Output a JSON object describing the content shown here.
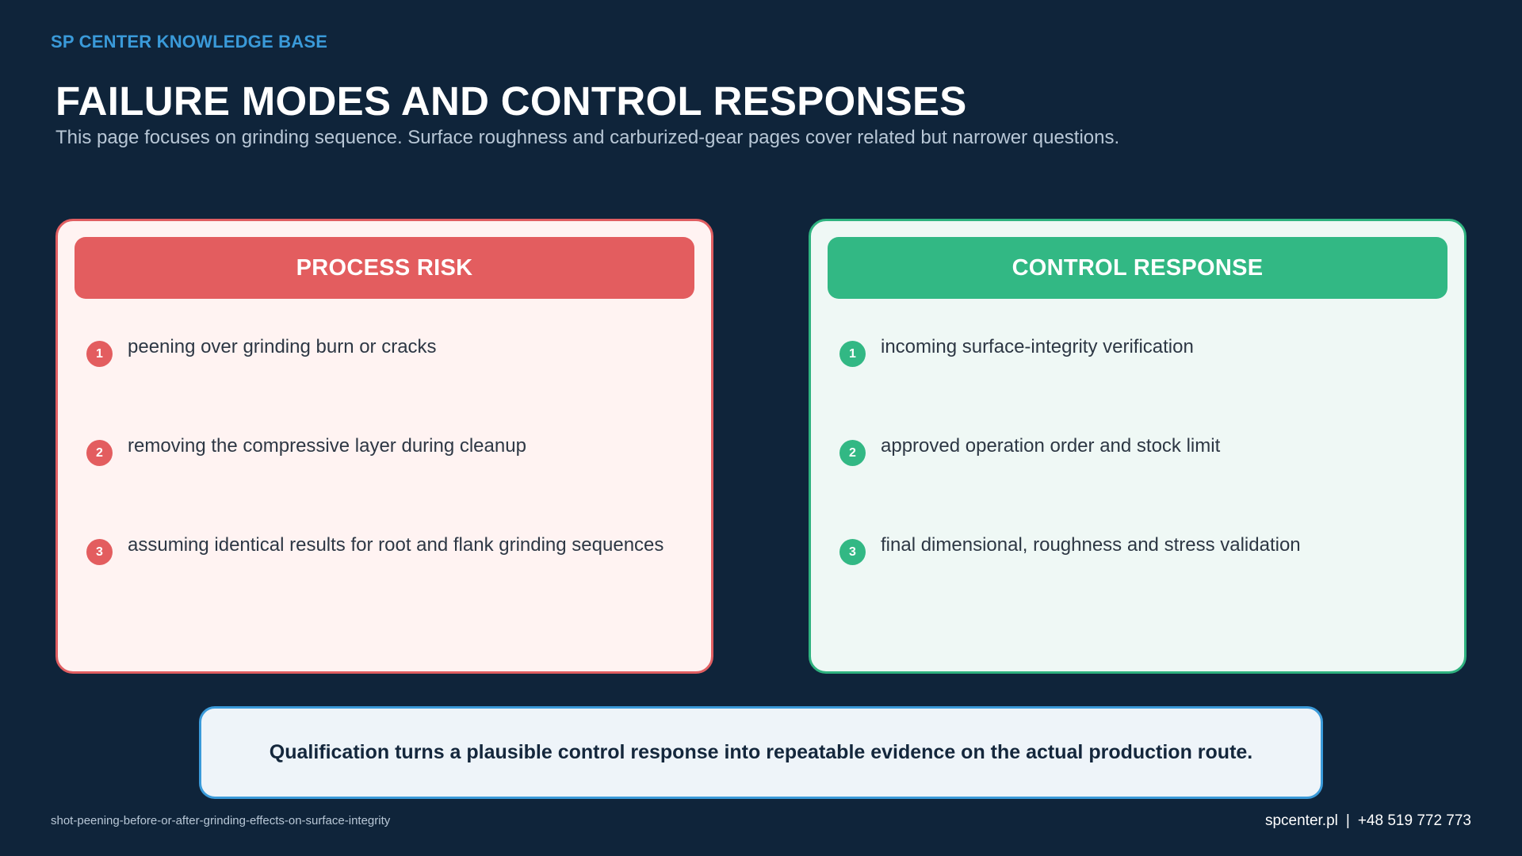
{
  "header": {
    "brand": "SP CENTER KNOWLEDGE BASE",
    "title": "FAILURE MODES AND CONTROL RESPONSES",
    "subtitle": "This page focuses on grinding sequence. Surface roughness and carburized-gear pages cover related but narrower questions."
  },
  "risk": {
    "heading": "PROCESS RISK",
    "items": [
      {
        "num": "1",
        "text": "peening over grinding burn or cracks"
      },
      {
        "num": "2",
        "text": "removing the compressive layer during cleanup"
      },
      {
        "num": "3",
        "text": "assuming identical results for root and flank grinding sequences"
      }
    ]
  },
  "control": {
    "heading": "CONTROL RESPONSE",
    "items": [
      {
        "num": "1",
        "text": "incoming surface-integrity verification"
      },
      {
        "num": "2",
        "text": "approved operation order and stock limit"
      },
      {
        "num": "3",
        "text": "final dimensional, roughness and stress validation"
      }
    ]
  },
  "note": "Qualification turns a plausible control response into repeatable evidence on the actual production route.",
  "footer": {
    "slug": "shot-peening-before-or-after-grinding-effects-on-surface-integrity",
    "site": "spcenter.pl",
    "separator": "|",
    "phone": "+48 519 772 773"
  },
  "colors": {
    "background": "#0f243a",
    "brand_blue": "#3a9ad9",
    "risk_red": "#e35d5f",
    "control_green": "#32b884"
  }
}
